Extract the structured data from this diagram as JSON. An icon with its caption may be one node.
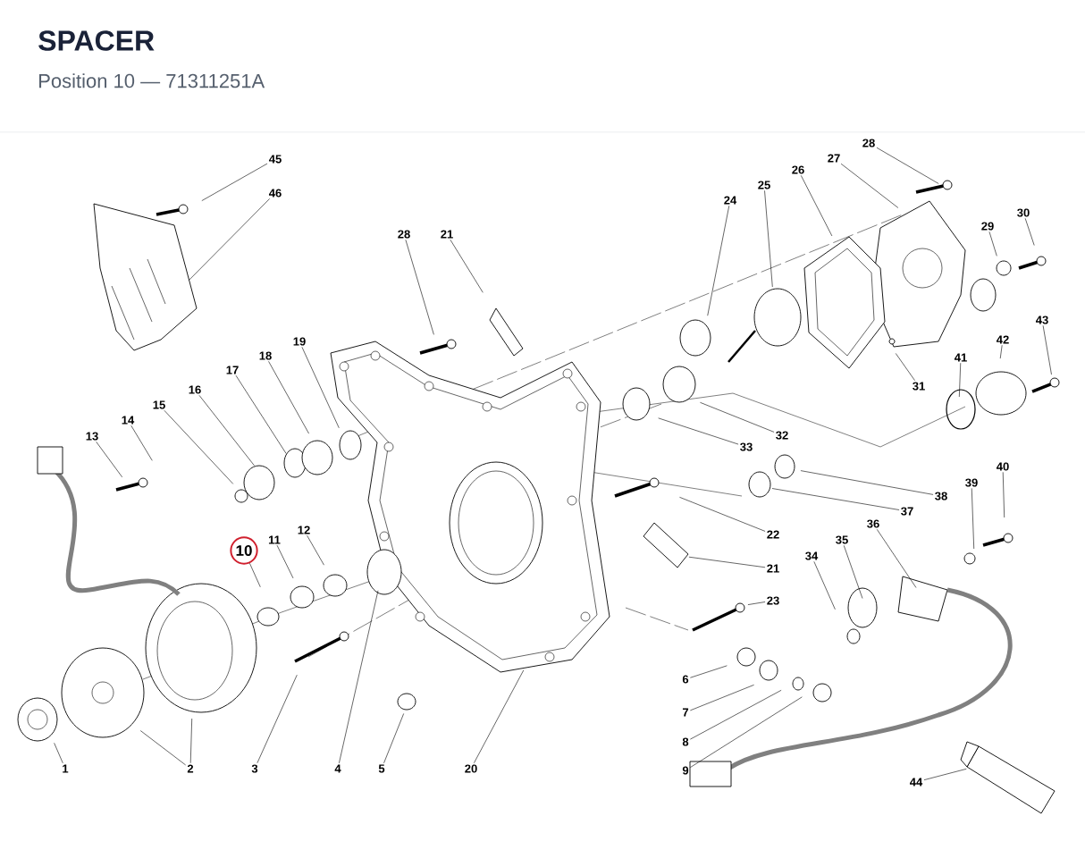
{
  "diagram": {
    "title": "SPACER",
    "nodes": [
      {
        "text": [
          "28"
        ]
      },
      {
        "text": [
          "27"
        ]
      },
      {
        "text": [
          "45"
        ]
      },
      {
        "text": [
          "26"
        ]
      },
      {
        "text": [
          "25"
        ]
      },
      {
        "text": [
          "46"
        ]
      },
      {
        "text": [
          "24"
        ]
      },
      {
        "text": [
          "30"
        ]
      },
      {
        "text": [
          "29"
        ]
      },
      {
        "text": [
          "28"
        ]
      },
      {
        "text": [
          "21"
        ]
      },
      {
        "text": [
          "43"
        ]
      },
      {
        "text": [
          "42"
        ]
      },
      {
        "text": [
          "19"
        ]
      },
      {
        "text": [
          "18"
        ]
      },
      {
        "text": [
          "41"
        ]
      },
      {
        "text": [
          "17"
        ]
      },
      {
        "text": [
          "31"
        ]
      },
      {
        "text": [
          "16"
        ]
      },
      {
        "text": [
          "15"
        ]
      },
      {
        "text": [
          "14"
        ]
      },
      {
        "text": [
          "32"
        ]
      },
      {
        "text": [
          "13"
        ]
      },
      {
        "text": [
          "33"
        ]
      },
      {
        "text": [
          "40"
        ]
      },
      {
        "text": [
          "39"
        ]
      },
      {
        "text": [
          "38"
        ]
      },
      {
        "text": [
          "37"
        ]
      },
      {
        "text": [
          "36"
        ]
      },
      {
        "text": [
          "22"
        ]
      },
      {
        "text": [
          "12"
        ]
      },
      {
        "text": [
          "35"
        ]
      },
      {
        "text": [
          "11"
        ]
      },
      {
        "text": [
          "10"
        ]
      },
      {
        "text": [
          "34"
        ]
      },
      {
        "text": [
          "21"
        ]
      },
      {
        "text": [
          "23"
        ]
      },
      {
        "text": [
          "6"
        ]
      },
      {
        "text": [
          "7"
        ]
      },
      {
        "text": [
          "8"
        ]
      },
      {
        "text": [
          "9"
        ]
      },
      {
        "text": [
          "1"
        ]
      },
      {
        "text": [
          "2"
        ]
      },
      {
        "text": [
          "3"
        ]
      },
      {
        "text": [
          "4"
        ]
      },
      {
        "text": [
          "5"
        ]
      },
      {
        "text": [
          "20"
        ]
      },
      {
        "text": [
          "44"
        ]
      }
    ],
    "edges": [
      {
        "from": 0,
        "to": null,
        "arrow": "none"
      },
      {
        "from": 1,
        "to": null,
        "arrow": "none"
      },
      {
        "from": 2,
        "to": null,
        "arrow": "none"
      },
      {
        "from": 3,
        "to": null,
        "arrow": "none"
      },
      {
        "from": 4,
        "to": null,
        "arrow": "none"
      },
      {
        "from": 5,
        "to": null,
        "arrow": "none"
      },
      {
        "from": 6,
        "to": null,
        "arrow": "none"
      },
      {
        "from": 7,
        "to": null,
        "arrow": "none"
      },
      {
        "from": 8,
        "to": null,
        "arrow": "none"
      },
      {
        "from": 9,
        "to": null,
        "arrow": "none"
      },
      {
        "from": 10,
        "to": null,
        "arrow": "none"
      },
      {
        "from": 11,
        "to": null,
        "arrow": "none"
      },
      {
        "from": 12,
        "to": null,
        "arrow": "none"
      },
      {
        "from": 13,
        "to": null,
        "arrow": "none"
      },
      {
        "from": 14,
        "to": null,
        "arrow": "none"
      },
      {
        "from": 15,
        "to": null,
        "arrow": "none"
      },
      {
        "from": 16,
        "to": null,
        "arrow": "none"
      },
      {
        "from": 17,
        "to": null,
        "arrow": "none"
      },
      {
        "from": 18,
        "to": null,
        "arrow": "none"
      },
      {
        "from": 19,
        "to": null,
        "arrow": "none"
      },
      {
        "from": 20,
        "to": null,
        "arrow": "none"
      },
      {
        "from": 21,
        "to": null,
        "arrow": "none"
      },
      {
        "from": 22,
        "to": null,
        "arrow": "none"
      },
      {
        "from": 23,
        "to": null,
        "arrow": "none"
      },
      {
        "from": 24,
        "to": null,
        "arrow": "none"
      },
      {
        "from": 25,
        "to": null,
        "arrow": "none"
      },
      {
        "from": 26,
        "to": null,
        "arrow": "none"
      },
      {
        "from": 27,
        "to": null,
        "arrow": "none"
      },
      {
        "from": 28,
        "to": null,
        "arrow": "none"
      },
      {
        "from": 29,
        "to": null,
        "arrow": "none"
      },
      {
        "from": 30,
        "to": null,
        "arrow": "none"
      },
      {
        "from": 31,
        "to": null,
        "arrow": "none"
      },
      {
        "from": 32,
        "to": null,
        "arrow": "none"
      },
      {
        "from": 33,
        "to": null,
        "arrow": "none"
      },
      {
        "from": 34,
        "to": null,
        "arrow": "none"
      },
      {
        "from": 35,
        "to": null,
        "arrow": "none"
      },
      {
        "from": 36,
        "to": null,
        "arrow": "none"
      },
      {
        "from": 37,
        "to": null,
        "arrow": "none"
      },
      {
        "from": 38,
        "to": null,
        "arrow": "none"
      },
      {
        "from": 39,
        "to": null,
        "arrow": "none"
      },
      {
        "from": 40,
        "to": null,
        "arrow": "none"
      },
      {
        "from": 41,
        "to": null,
        "arrow": "none"
      },
      {
        "from": 42,
        "to": null,
        "arrow": "none"
      },
      {
        "from": 42,
        "to": null,
        "arrow": "none"
      },
      {
        "from": 43,
        "to": null,
        "arrow": "none"
      },
      {
        "from": 44,
        "to": null,
        "arrow": "none"
      },
      {
        "from": 45,
        "to": null,
        "arrow": "none"
      },
      {
        "from": 46,
        "to": null,
        "arrow": "none"
      },
      {
        "from": 47,
        "to": null,
        "arrow": "none"
      }
    ],
    "labels": [
      "Position 10 — 71311251A"
    ]
  }
}
